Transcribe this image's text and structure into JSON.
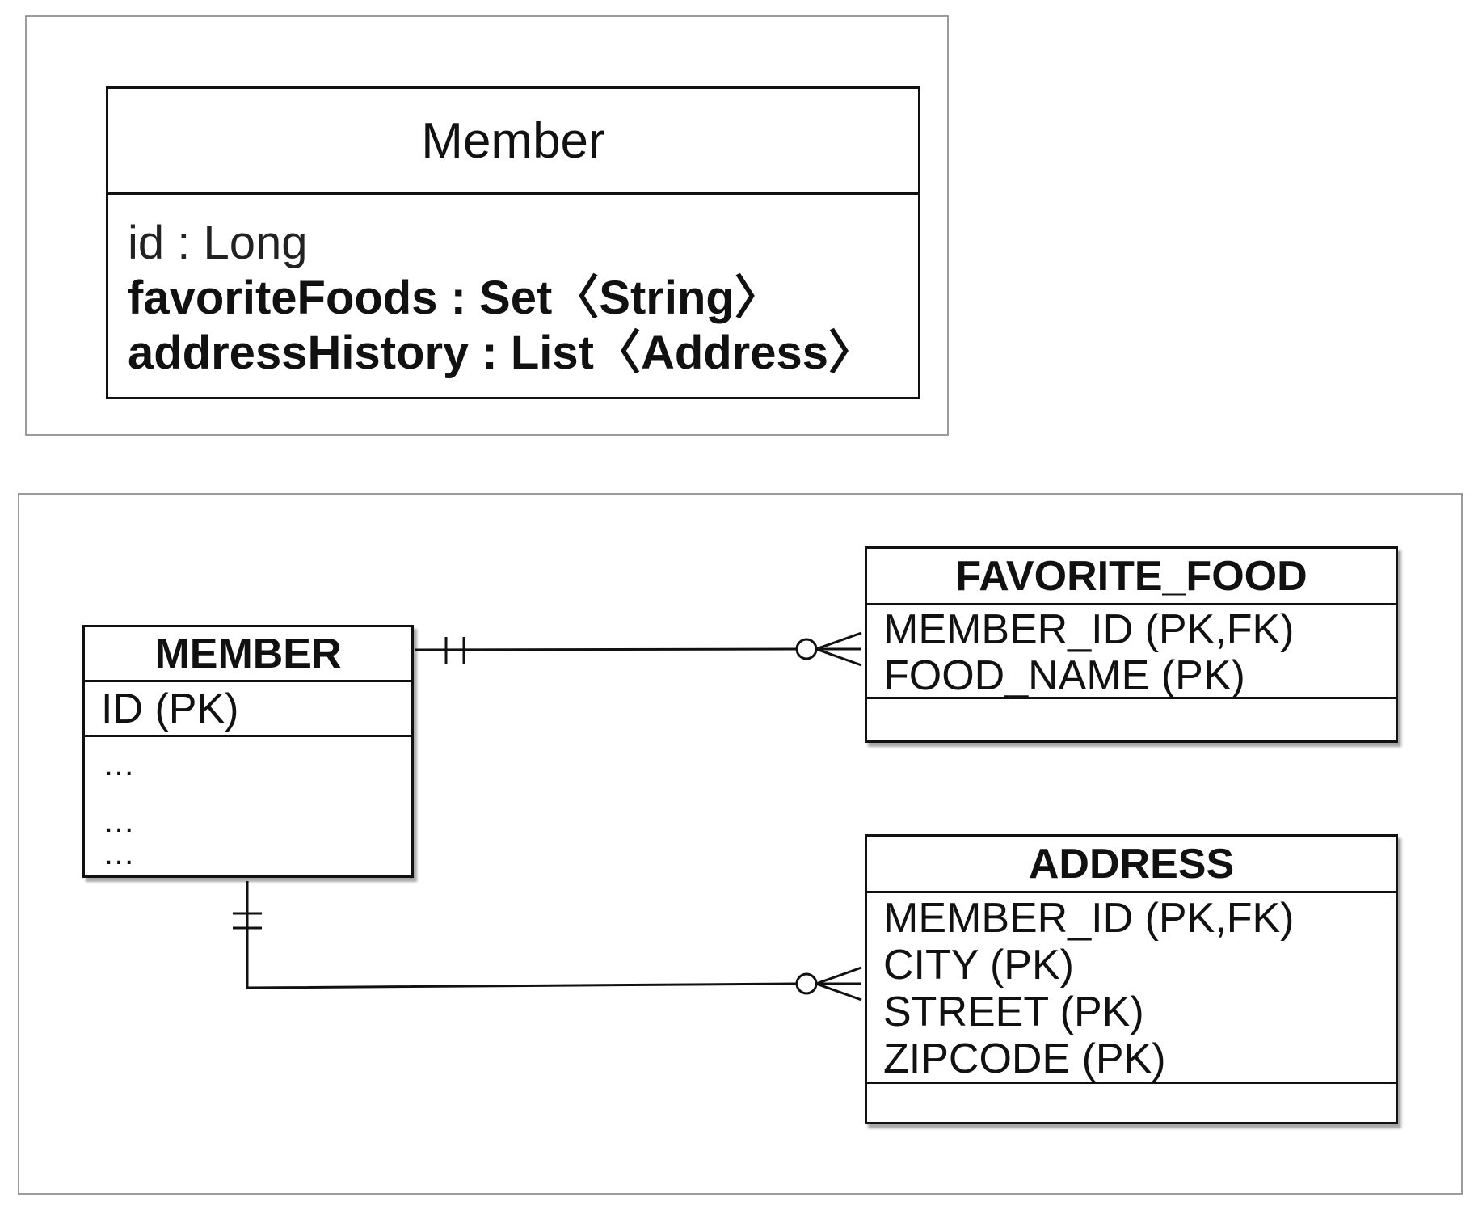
{
  "uml_class": {
    "name": "Member",
    "attributes": [
      {
        "text": "id : Long",
        "style": "light"
      },
      {
        "text": "favoriteFoods : Set〈String〉",
        "style": "bold"
      },
      {
        "text": "addressHistory : List〈Address〉",
        "style": "bold"
      }
    ]
  },
  "erd": {
    "member": {
      "name": "MEMBER",
      "pk_columns": [
        "ID (PK)"
      ],
      "other_columns": [
        "…",
        "…",
        "…"
      ]
    },
    "favorite_food": {
      "name": "FAVORITE_FOOD",
      "pk_columns": [
        "MEMBER_ID (PK,FK)",
        "FOOD_NAME (PK)"
      ]
    },
    "address": {
      "name": "ADDRESS",
      "pk_columns": [
        "MEMBER_ID (PK,FK)",
        "CITY (PK)",
        "STREET (PK)",
        "ZIPCODE (PK)"
      ]
    },
    "relations": [
      {
        "from": "MEMBER",
        "to": "FAVORITE_FOOD",
        "from_cardinality": "one-and-only-one",
        "to_cardinality": "zero-or-many"
      },
      {
        "from": "MEMBER",
        "to": "ADDRESS",
        "from_cardinality": "one-and-only-one",
        "to_cardinality": "zero-or-many"
      }
    ]
  }
}
